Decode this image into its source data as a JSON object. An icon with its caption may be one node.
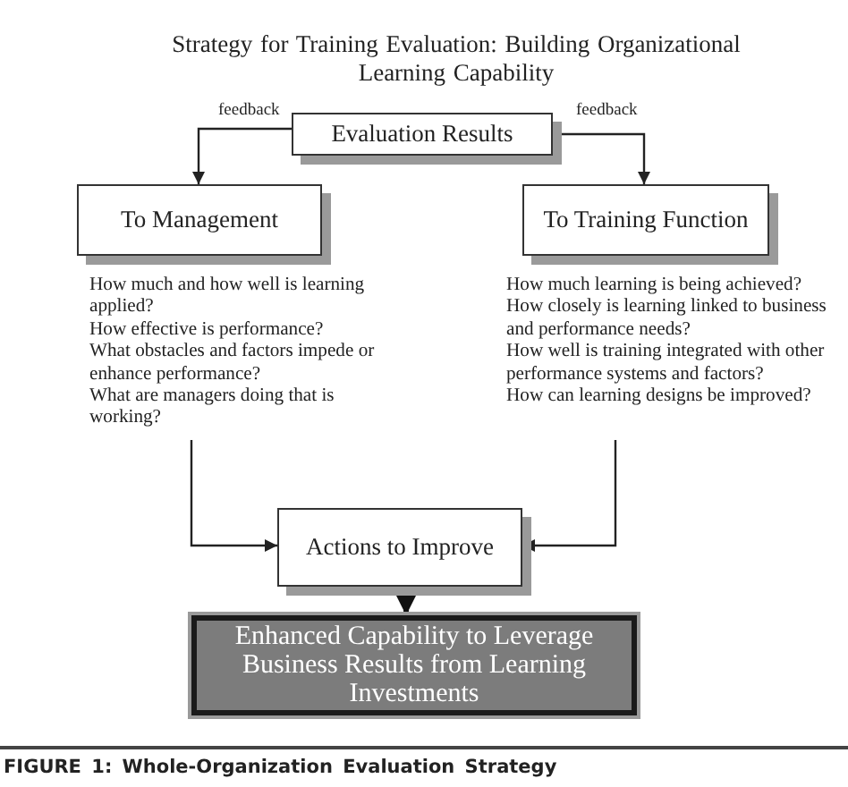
{
  "diagram": {
    "title": "Strategy for Training Evaluation: Building Organizational Learning Capability",
    "caption": "FIGURE 1: Whole-Organization Evaluation Strategy",
    "nodes": [
      {
        "text": [
          "Evaluation Results"
        ]
      },
      {
        "text": [
          "To Management"
        ]
      },
      {
        "text": [
          "To Training Function"
        ]
      },
      {
        "text": [
          "How much and how well is learning applied?",
          "How effective is performance?",
          "What obstacles and factors impede or enhance performance?",
          "What are managers doing that is working?"
        ]
      },
      {
        "text": [
          "How much learning is being achieved?",
          "How closely is learning linked to business and performance needs?",
          "How well is training integrated with other performance systems and factors?",
          "How can learning designs be improved?"
        ]
      },
      {
        "text": [
          "Actions to Improve"
        ]
      },
      {
        "text": [
          "Enhanced Capability to Leverage Business Results from Learning Investments"
        ]
      }
    ],
    "edges": [
      {
        "from": 0,
        "to": 1,
        "arrow": "to",
        "label": "feedback"
      },
      {
        "from": 0,
        "to": 2,
        "arrow": "to",
        "label": "feedback"
      },
      {
        "from": 3,
        "to": 5,
        "arrow": "to"
      },
      {
        "from": 4,
        "to": 5,
        "arrow": "to"
      },
      {
        "from": 5,
        "to": 6,
        "arrow": "to",
        "style": "thick"
      }
    ]
  }
}
